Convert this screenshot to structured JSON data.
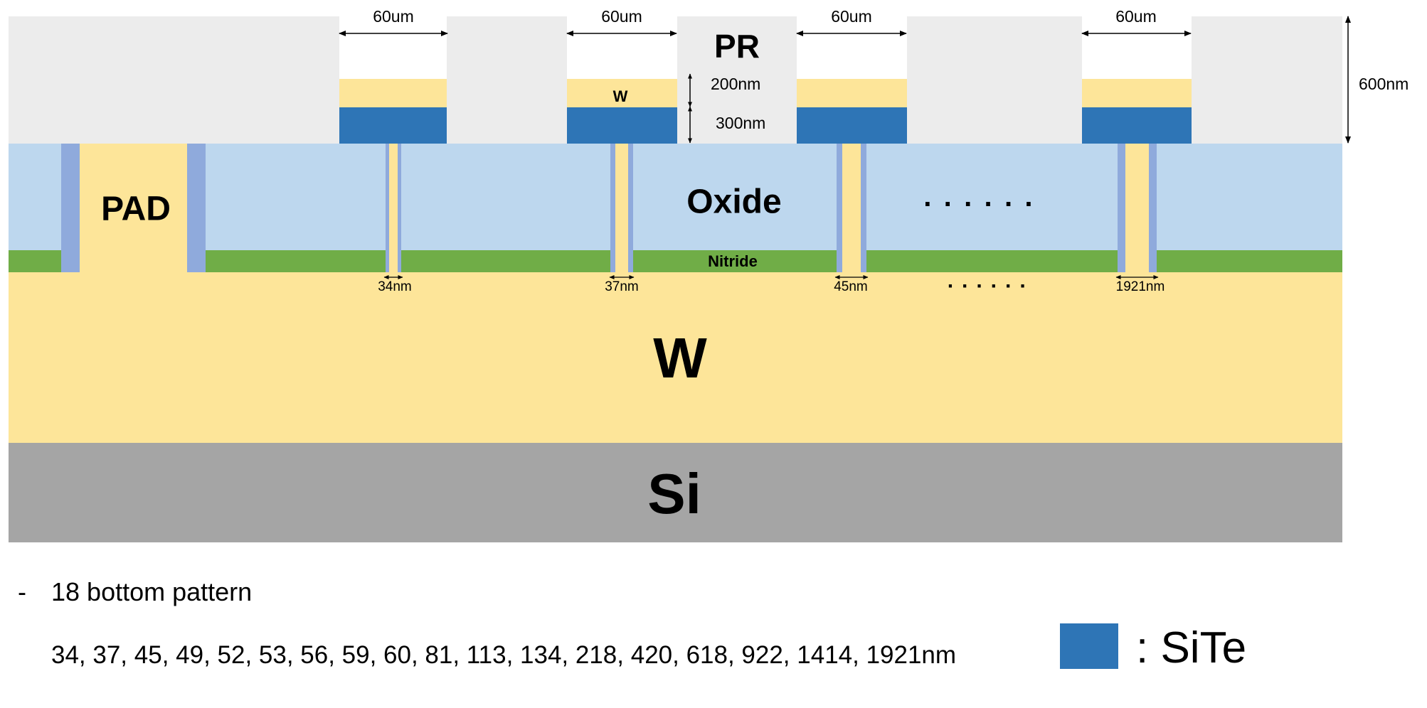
{
  "labels": {
    "pr": "PR",
    "w_small": "W",
    "pad": "PAD",
    "oxide": "Oxide",
    "nitride": "Nitride",
    "w_layer": "W",
    "si": "Si",
    "ellipsis_oxide": "· · · · · ·",
    "ellipsis_width": "· · · · · ·"
  },
  "dimensions": {
    "opening_width": "60um",
    "w_thickness": "200nm",
    "site_thickness": "300nm",
    "pr_thickness": "600nm"
  },
  "via_widths": [
    "34nm",
    "37nm",
    "45nm",
    "1921nm"
  ],
  "notes": {
    "dash": "-",
    "title": "18 bottom pattern",
    "pattern_list": "34, 37, 45, 49, 52, 53, 56, 59, 60, 81, 113, 134, 218, 420, 618, 922, 1414, 1921nm"
  },
  "legend": {
    "label": ": SiTe",
    "color": "#2e75b6"
  },
  "colors": {
    "pr": "#ececec",
    "w": "#fde599",
    "site": "#2e75b6",
    "oxide": "#bdd7ee",
    "nitride": "#70ad47",
    "liner": "#8faadc",
    "si": "#a5a5a5"
  }
}
